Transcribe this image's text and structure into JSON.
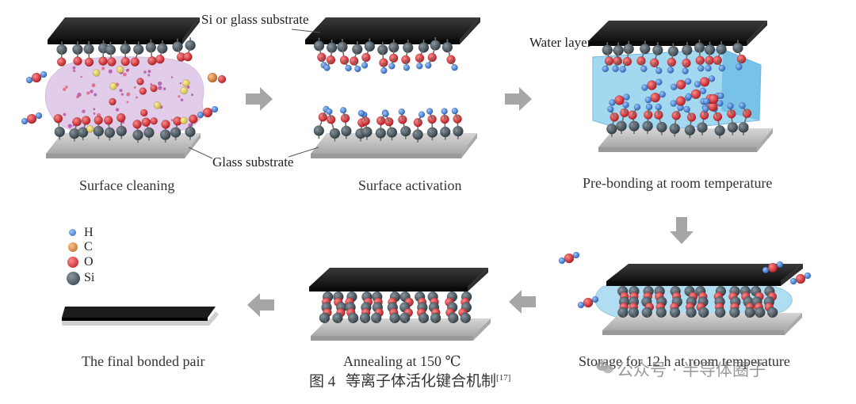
{
  "labels": {
    "si_glass_substrate": "Si or glass substrate",
    "water_layer": "Water layer",
    "glass_substrate": "Glass substrate"
  },
  "steps": [
    {
      "id": "cleaning",
      "caption": "Surface cleaning"
    },
    {
      "id": "activation",
      "caption": "Surface activation"
    },
    {
      "id": "prebonding",
      "caption": "Pre-bonding at room temperature"
    },
    {
      "id": "storage",
      "caption": "Storage for 12 h at room temperature"
    },
    {
      "id": "annealing",
      "caption": "Annealing at 150 ℃"
    },
    {
      "id": "final",
      "caption": "The final bonded pair"
    }
  ],
  "legend": [
    {
      "symbol": "H",
      "color": "#3f7fd6"
    },
    {
      "symbol": "C",
      "color": "#d9833a"
    },
    {
      "symbol": "O",
      "color": "#d9333a"
    },
    {
      "symbol": "Si",
      "color": "#49555e"
    }
  ],
  "figure_caption": {
    "prefix": "图 4",
    "text": "等离子体活化键合机制",
    "ref": "[17]"
  },
  "watermark": "公众号 · 半导体圈子",
  "colors": {
    "top_plate": "#2a2a2a",
    "bottom_plate": "#c4c4c4",
    "arrow": "#a6a6a6",
    "water": "#7cc8ea",
    "plasma": "#c9a6d8"
  }
}
